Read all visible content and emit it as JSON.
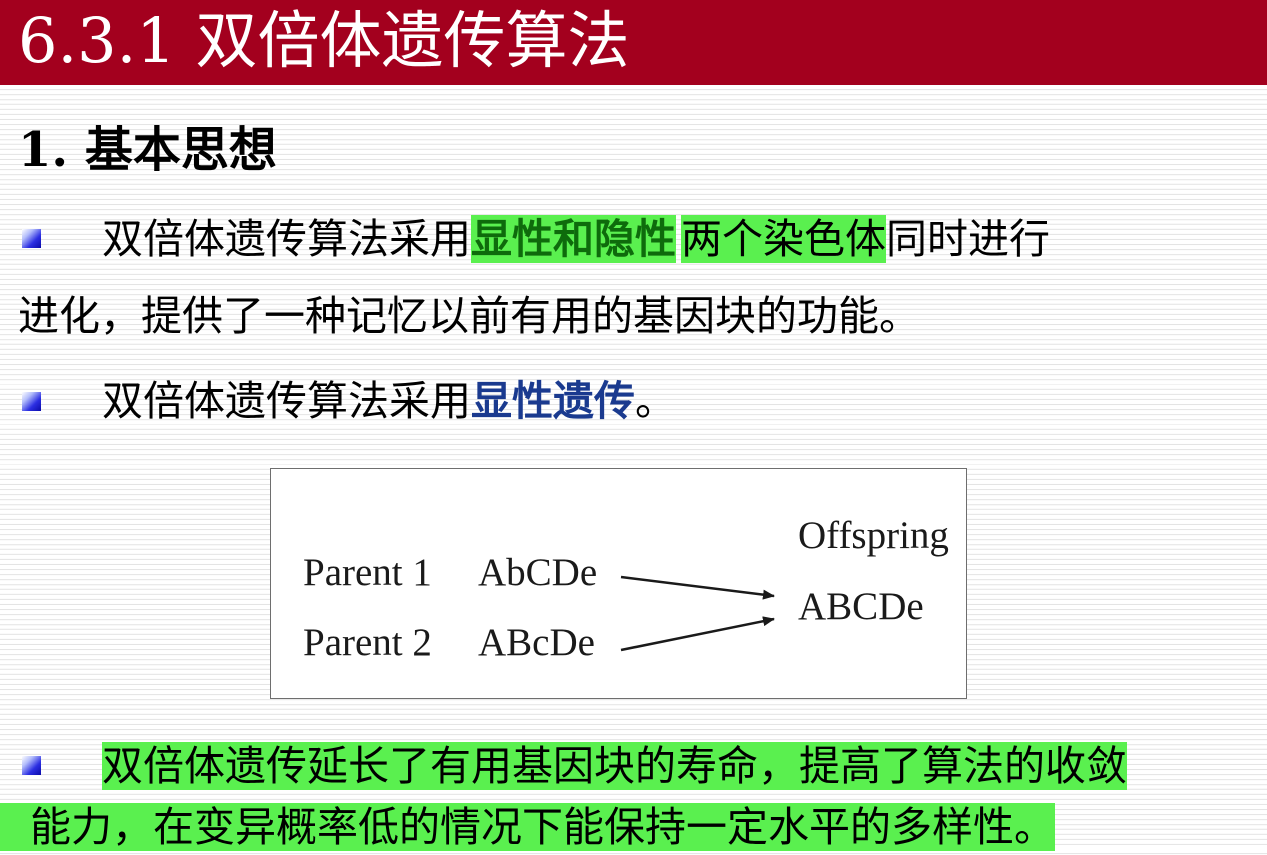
{
  "slide": {
    "title": "6.3.1 双倍体遗传算法",
    "heading": "1. 基本思想"
  },
  "bullets": [
    {
      "line1": {
        "pre": "双倍体遗传算法采用",
        "hl1": "显性",
        "mid": "和",
        "hl2": "隐性",
        "hl3": "两个染色体",
        "post": "同时进行"
      },
      "line2": "进化，提供了一种记忆以前有用的基因块的功能。"
    },
    {
      "pre": "双倍体遗传算法采用",
      "emph": "显性遗传",
      "post": "。"
    },
    {
      "line1": "双倍体遗传延长了有用基因块的寿命，提高了算法的收敛",
      "line2": "能力，在变异概率低的情况下能保持一定水平的多样性。"
    }
  ],
  "figure": {
    "parent1_label": "Parent 1",
    "parent1_genes": "AbCDe",
    "parent2_label": "Parent 2",
    "parent2_genes": "ABcDe",
    "offspring_label": "Offspring",
    "offspring_genes": "ABCDe"
  },
  "colors": {
    "title_bar": "#a3001e",
    "highlight": "#5af04f",
    "emphasis_green": "#0e6b0c",
    "emphasis_blue": "#1a3a8f"
  }
}
